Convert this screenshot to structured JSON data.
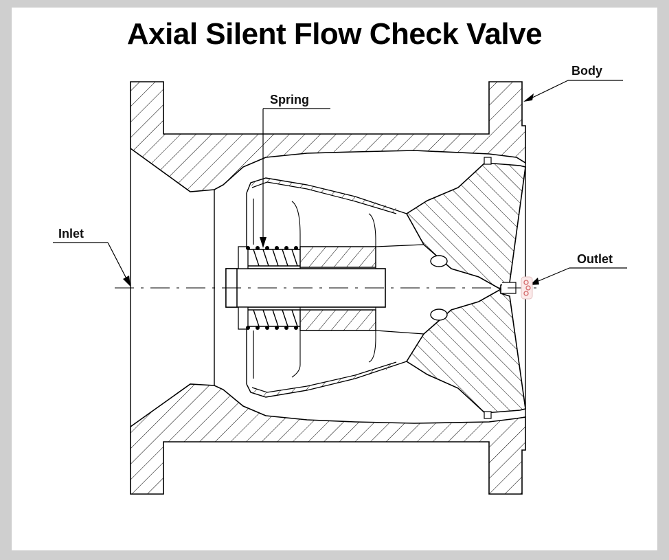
{
  "title": "Axial Silent Flow Check Valve",
  "labels": {
    "body": "Body",
    "spring": "Spring",
    "inlet": "Inlet",
    "outlet": "Outlet"
  },
  "colors": {
    "frame_border": "#cfcfcf",
    "background": "#ffffff",
    "line": "#000000",
    "badge": "#e08a8a"
  }
}
